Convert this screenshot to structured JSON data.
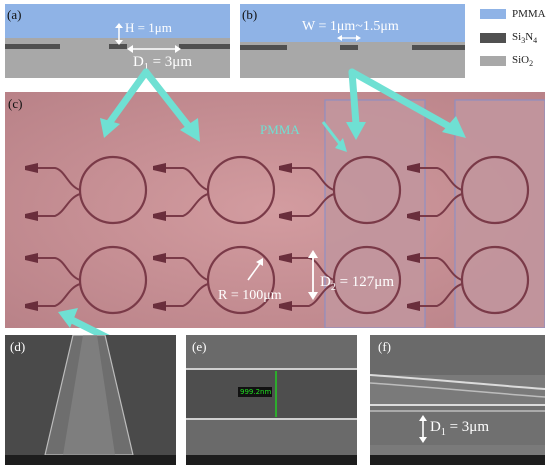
{
  "colors": {
    "pmma": "#8fb3e6",
    "si3n4": "#505050",
    "sio2": "#a8a8a8",
    "micro_bg": "#c79095",
    "arrow": "#6fe0d3"
  },
  "panel_a": {
    "label": "(a)",
    "h_text": "H = 1μm",
    "d1_text": "D",
    "d1_sub": "1",
    "d1_rest": " = 3μm"
  },
  "panel_b": {
    "label": "(b)",
    "w_text": "W = 1μm~1.5μm"
  },
  "legend": {
    "pmma": "PMMA",
    "si3n4_a": "Si",
    "si3n4_s1": "3",
    "si3n4_b": "N",
    "si3n4_s2": "4",
    "sio2_a": "SiO",
    "sio2_s": "2"
  },
  "panel_c": {
    "label": "(c)",
    "pmma_text": "PMMA",
    "r_text": "R = 100μm",
    "d2_a": "D",
    "d2_s": "2",
    "d2_b": " = 127μm"
  },
  "panel_d": {
    "label": "(d)"
  },
  "panel_e": {
    "label": "(e)",
    "measure": "999.2nm"
  },
  "panel_f": {
    "label": "(f)",
    "d1_a": "D",
    "d1_s": "1",
    "d1_b": " = 3μm"
  }
}
